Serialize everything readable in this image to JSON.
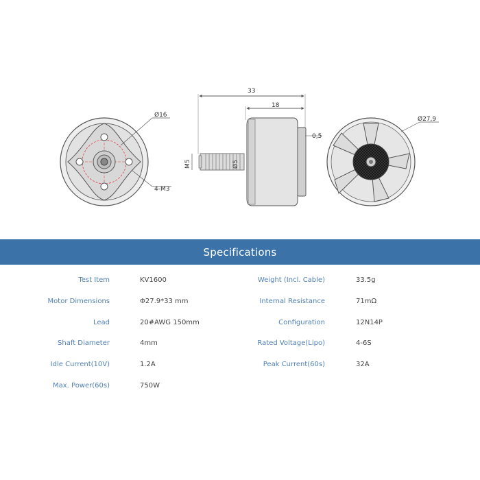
{
  "drawing": {
    "dimensions": {
      "overall_length": "33",
      "body_length": "18",
      "base_thickness": "0,5",
      "shaft_thread": "M5",
      "shaft_diameter": "Ø5",
      "mount_circle": "Ø16",
      "mount_holes": "4-M3",
      "bell_diameter": "Ø27,9"
    }
  },
  "banner": {
    "title": "Specifications"
  },
  "specs": {
    "left": [
      {
        "label": "Test Item",
        "value": "KV1600"
      },
      {
        "label": "Motor Dimensions",
        "value": "Φ27.9*33 mm"
      },
      {
        "label": "Lead",
        "value": "20#AWG 150mm"
      },
      {
        "label": "Shaft Diameter",
        "value": "4mm"
      },
      {
        "label": "Idle Current(10V)",
        "value": "1.2A"
      },
      {
        "label": "Max. Power(60s)",
        "value": "750W"
      }
    ],
    "right": [
      {
        "label": "Weight (Incl. Cable)",
        "value": "33.5g"
      },
      {
        "label": "Internal Resistance",
        "value": "71mΩ"
      },
      {
        "label": "Configuration",
        "value": "12N14P"
      },
      {
        "label": "Rated Voltage(Lipo)",
        "value": "4-6S"
      },
      {
        "label": "Peak Current(60s)",
        "value": "32A"
      }
    ]
  },
  "colors": {
    "banner": "#3b72a8",
    "label_text": "#4f7fb3",
    "value_text": "#444444",
    "line_art": "#555555",
    "motor_fill": "#e6e6e6",
    "center_mark": "#e04040"
  }
}
